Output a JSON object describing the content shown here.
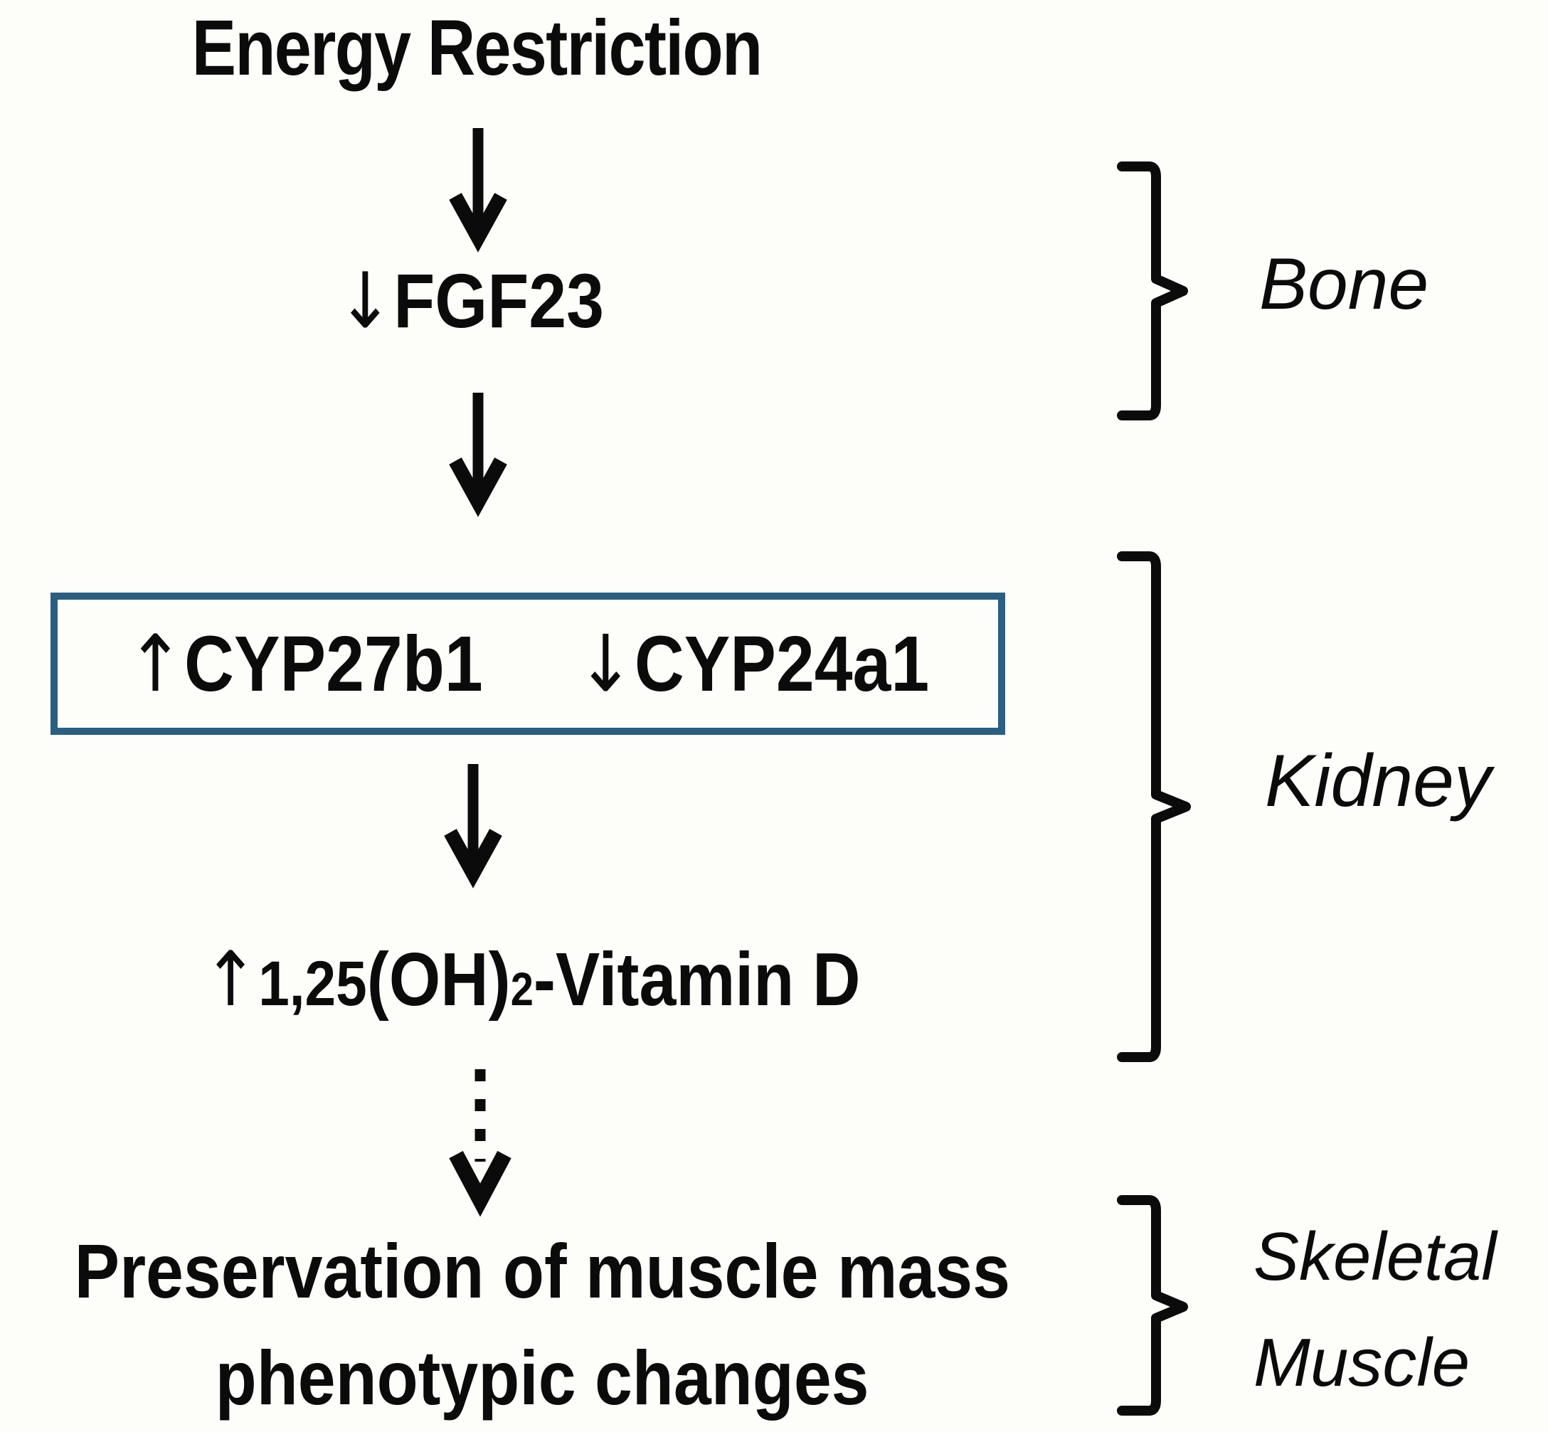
{
  "figure": {
    "title": "Energy Restriction",
    "fgf23": {
      "arrow": "↓",
      "label": "FGF23"
    },
    "cyp_box": {
      "item1": {
        "arrow": "↑",
        "label": "CYP27b1"
      },
      "item2": {
        "arrow": "↓",
        "label": "CYP24a1"
      }
    },
    "vitamin_d": {
      "arrow": "↑",
      "pre": "1,25",
      "mid": "(OH)",
      "sub": "2",
      "post": "-Vitamin D"
    },
    "outcome": {
      "line1": "Preservation of muscle mass",
      "line2": "phenotypic changes"
    },
    "organs": {
      "bone": "Bone",
      "kidney": "Kidney",
      "skeletal_1": "Skeletal",
      "skeletal_2": "Muscle"
    },
    "colors": {
      "box_border": "#2a5f83",
      "ink": "#0b0b0b"
    }
  }
}
